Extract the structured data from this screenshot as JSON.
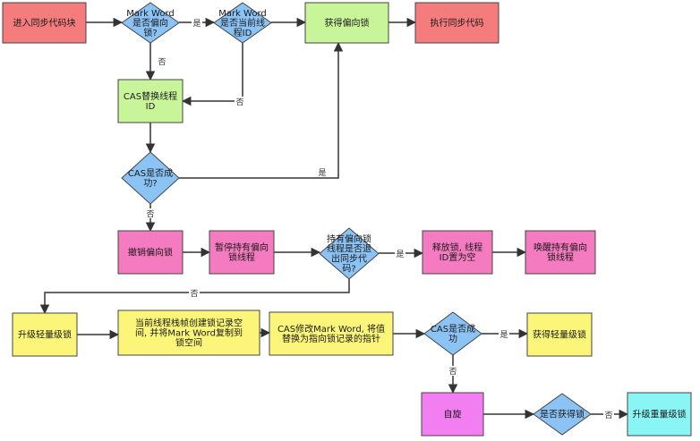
{
  "colors": {
    "red": "#f47c7c",
    "green": "#c9f59a",
    "blue": "#8cc3f5",
    "pink": "#f57bc0",
    "yellow": "#fbf679",
    "magenta": "#f37ef2",
    "cyan": "#8af5f5",
    "stroke": "#444444",
    "line": "#333333"
  },
  "nodes": [
    {
      "id": "enter",
      "shape": "rect",
      "color": "red",
      "lines": [
        "进入同步代码块"
      ]
    },
    {
      "id": "d1",
      "shape": "diamond",
      "color": "blue",
      "lines": [
        "Mark Word",
        "是否偏向",
        "锁?"
      ]
    },
    {
      "id": "d2",
      "shape": "diamond",
      "color": "blue",
      "lines": [
        "Mark Word",
        "是否当前线",
        "程ID"
      ]
    },
    {
      "id": "getBias",
      "shape": "rect",
      "color": "green",
      "lines": [
        "获得偏向锁"
      ]
    },
    {
      "id": "execSync",
      "shape": "rect",
      "color": "red",
      "lines": [
        "执行同步代码"
      ]
    },
    {
      "id": "casReplace",
      "shape": "rect",
      "color": "green",
      "lines": [
        "CAS替换线程",
        "ID"
      ]
    },
    {
      "id": "d3",
      "shape": "diamond",
      "color": "blue",
      "lines": [
        "CAS是否成",
        "功?"
      ]
    },
    {
      "id": "revoke",
      "shape": "rect",
      "color": "pink",
      "lines": [
        "撤销偏向锁"
      ]
    },
    {
      "id": "pause",
      "shape": "rect",
      "color": "pink",
      "lines": [
        "暂停持有偏向",
        "锁线程"
      ]
    },
    {
      "id": "d4",
      "shape": "diamond",
      "color": "blue",
      "lines": [
        "持有偏向锁",
        "线程是否退",
        "出同步代",
        "码?"
      ]
    },
    {
      "id": "release",
      "shape": "rect",
      "color": "pink",
      "lines": [
        "释放锁, 线程",
        "ID置为空"
      ]
    },
    {
      "id": "wake",
      "shape": "rect",
      "color": "pink",
      "lines": [
        "唤醒持有偏向",
        "锁线程"
      ]
    },
    {
      "id": "upgradeLight",
      "shape": "rect",
      "color": "yellow",
      "lines": [
        "升级轻量级锁"
      ]
    },
    {
      "id": "createRecord",
      "shape": "rect",
      "color": "yellow",
      "lines": [
        "当前线程栈帧创建锁记录空",
        "间, 并将Mark Word复制到",
        "锁空间"
      ]
    },
    {
      "id": "casModify",
      "shape": "rect",
      "color": "yellow",
      "lines": [
        "CAS修改Mark Word, 将值",
        "替换为指向锁记录的指针"
      ]
    },
    {
      "id": "d5",
      "shape": "diamond",
      "color": "blue",
      "lines": [
        "CAS是否成",
        "功"
      ]
    },
    {
      "id": "getLight",
      "shape": "rect",
      "color": "yellow",
      "lines": [
        "获得轻量级锁"
      ]
    },
    {
      "id": "spin",
      "shape": "rect",
      "color": "magenta",
      "lines": [
        "自旋"
      ]
    },
    {
      "id": "d6",
      "shape": "diamond",
      "color": "blue",
      "lines": [
        "是否获得锁"
      ]
    },
    {
      "id": "upgradeHeavy",
      "shape": "rect",
      "color": "cyan",
      "lines": [
        "升级重量级锁"
      ]
    }
  ],
  "edges": [
    {
      "id": "e1",
      "from": "enter",
      "to": "d1",
      "label": ""
    },
    {
      "id": "e2",
      "from": "d1",
      "to": "d2",
      "label": "是"
    },
    {
      "id": "e3",
      "from": "d2",
      "to": "getBias",
      "label": ""
    },
    {
      "id": "e4",
      "from": "getBias",
      "to": "execSync",
      "label": ""
    },
    {
      "id": "e5",
      "from": "d1",
      "to": "casReplace",
      "label": "否"
    },
    {
      "id": "e6",
      "from": "d2",
      "to": "casReplace",
      "label": "否"
    },
    {
      "id": "e7",
      "from": "casReplace",
      "to": "d3",
      "label": ""
    },
    {
      "id": "e8",
      "from": "d3",
      "to": "getBias",
      "label": "是"
    },
    {
      "id": "e9",
      "from": "d3",
      "to": "revoke",
      "label": "否"
    },
    {
      "id": "e10",
      "from": "revoke",
      "to": "pause",
      "label": ""
    },
    {
      "id": "e11",
      "from": "pause",
      "to": "d4",
      "label": ""
    },
    {
      "id": "e12",
      "from": "d4",
      "to": "release",
      "label": "是"
    },
    {
      "id": "e13",
      "from": "release",
      "to": "wake",
      "label": ""
    },
    {
      "id": "e14",
      "from": "d4",
      "to": "upgradeLight",
      "label": "否"
    },
    {
      "id": "e15",
      "from": "upgradeLight",
      "to": "createRecord",
      "label": ""
    },
    {
      "id": "e16",
      "from": "createRecord",
      "to": "casModify",
      "label": ""
    },
    {
      "id": "e17",
      "from": "casModify",
      "to": "d5",
      "label": ""
    },
    {
      "id": "e18",
      "from": "d5",
      "to": "getLight",
      "label": "是"
    },
    {
      "id": "e19",
      "from": "d5",
      "to": "spin",
      "label": "否"
    },
    {
      "id": "e20",
      "from": "spin",
      "to": "d6",
      "label": ""
    },
    {
      "id": "e21",
      "from": "d6",
      "to": "upgradeHeavy",
      "label": "否"
    }
  ]
}
